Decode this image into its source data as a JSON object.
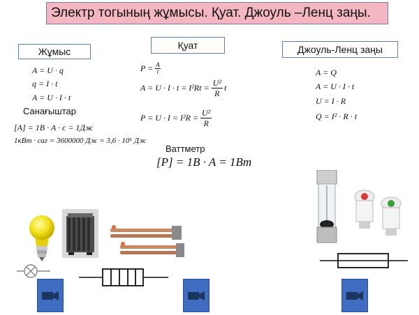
{
  "title": "Электр тогының жұмысы. Қуат. Джоуль –Ленц заңы.",
  "headers": {
    "work": "Жұмыс",
    "power": "Қуат",
    "joule": "Джоуль-Ленц заңы"
  },
  "work": {
    "f1": "A = U · q",
    "f2": "q = I · t",
    "f3": "A = U · I · t",
    "units_label": "Санағыштар",
    "u1": "[A] = 1B · A · c = 1Дж",
    "u2": "1кВт · сағ = 3600000 Дж = 3,6 · 10⁶ Дж"
  },
  "power": {
    "f1_lhs": "P =",
    "f1_num": "A",
    "f1_den": "t",
    "f2_lhs": "A = U · I · t = I²Rt =",
    "f2_num": "U²",
    "f2_den": "R",
    "f2_tail": "t",
    "f3_lhs": "P = U · I = I²R =",
    "f3_num": "U²",
    "f3_den": "R",
    "wattmeter_label": "Ваттметр",
    "unit": "[P] = 1B · A = 1Bm"
  },
  "joule": {
    "f1": "A = Q",
    "f2": "A = U · I · t",
    "f3": "U = I · R",
    "f4": "Q = I² · R · t"
  },
  "icons": [
    "light-bulb",
    "oil-radiator",
    "heating-elements",
    "glass-fuse",
    "ceramic-fuses",
    "lamp-symbol",
    "resistor-symbol",
    "video-camera"
  ],
  "colors": {
    "title_bg": "#f4b6c0",
    "box_border": "#5a7dc8",
    "camera": "#3f6dc2"
  }
}
